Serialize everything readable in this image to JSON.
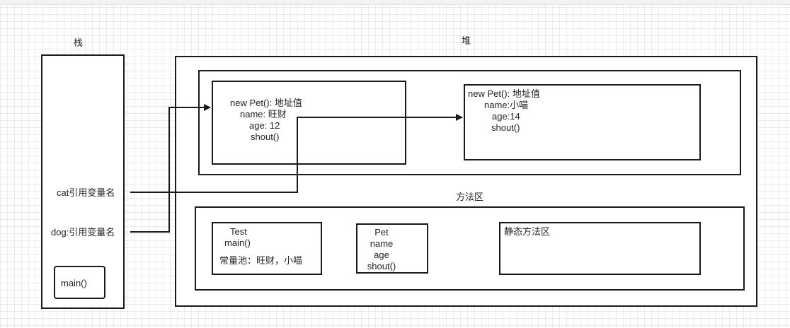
{
  "stack": {
    "title": "栈",
    "cat_ref": "cat引用变量名",
    "dog_ref": "dog:引用变量名",
    "main": "main()"
  },
  "heap": {
    "title": "堆",
    "pet1": {
      "header": "new Pet(): 地址值",
      "name": "name:  旺财",
      "age": "age:  12",
      "method": "shout()"
    },
    "pet2": {
      "header": "new Pet():  地址值",
      "name": "name:小喵",
      "age": "age:14",
      "method": "shout()"
    },
    "method_area": {
      "title": "方法区",
      "test": {
        "title": "Test",
        "main": "main()",
        "pool": "常量池：旺财，小喵"
      },
      "pet_class": {
        "title": "Pet",
        "name": "name",
        "age": "age",
        "method": "shout()"
      },
      "static_area": "静态方法区"
    }
  },
  "colors": {
    "line": "#1a1a1a",
    "grid": "#ebebeb",
    "background": "#ffffff"
  }
}
